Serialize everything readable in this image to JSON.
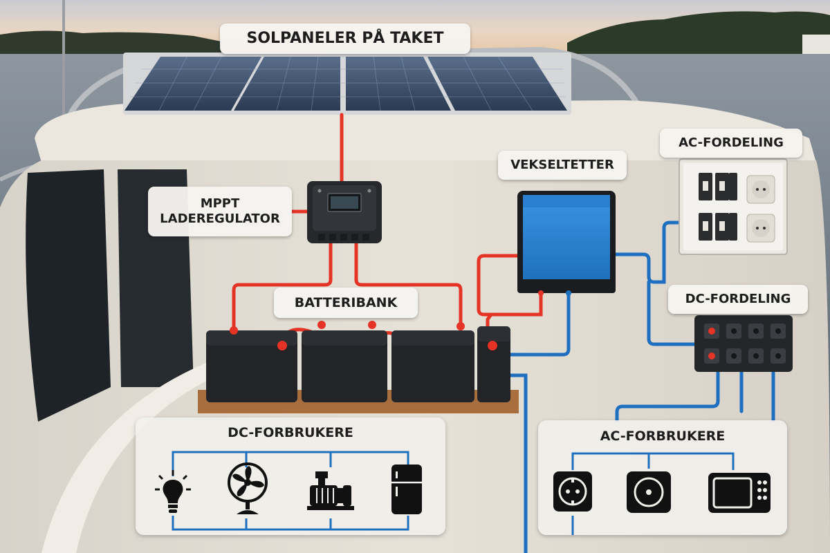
{
  "labels": {
    "solar": "SOLPANELER PÅ TAKET",
    "mppt_line1": "MPPT",
    "mppt_line2": "LADEREGULATOR",
    "inverter": "VEKSELTETTER",
    "ac_dist": "AC-FORDELING",
    "battery": "BATTERIBANK",
    "dc_dist": "DC-FORDELING",
    "dc_loads": "DC-FORBRUKERE",
    "ac_loads": "AC-FORBRUKERE"
  },
  "dc_loads": [
    {
      "name": "light-bulb-icon"
    },
    {
      "name": "fan-icon"
    },
    {
      "name": "water-pump-icon"
    },
    {
      "name": "refrigerator-icon"
    }
  ],
  "ac_loads": [
    {
      "name": "power-outlet-icon"
    },
    {
      "name": "induction-hob-icon"
    },
    {
      "name": "microwave-icon"
    }
  ],
  "colors": {
    "positive_wire": "#e53326",
    "negative_wire": "#1f6fc0",
    "inverter": "#2a84d6",
    "battery": "#222427"
  }
}
